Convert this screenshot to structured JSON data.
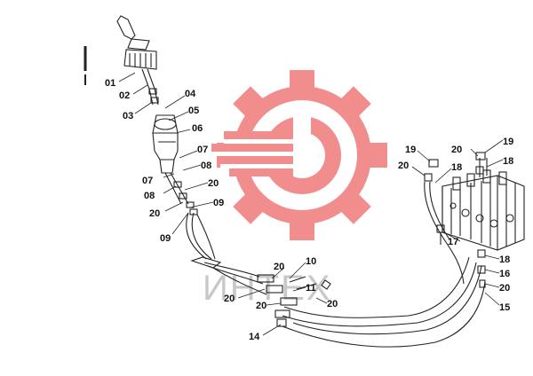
{
  "watermark": {
    "text": "ИНТЕХ",
    "gear_color": "#f07a7a"
  },
  "callouts": [
    {
      "id": "c01",
      "label": "01"
    },
    {
      "id": "c02",
      "label": "02"
    },
    {
      "id": "c03",
      "label": "03"
    },
    {
      "id": "c04",
      "label": "04"
    },
    {
      "id": "c05",
      "label": "05"
    },
    {
      "id": "c06",
      "label": "06"
    },
    {
      "id": "c07a",
      "label": "07"
    },
    {
      "id": "c07b",
      "label": "07"
    },
    {
      "id": "c08a",
      "label": "08"
    },
    {
      "id": "c08b",
      "label": "08"
    },
    {
      "id": "c20a",
      "label": "20"
    },
    {
      "id": "c20b",
      "label": "20"
    },
    {
      "id": "c09a",
      "label": "09"
    },
    {
      "id": "c09b",
      "label": "09"
    },
    {
      "id": "c19a",
      "label": "19"
    },
    {
      "id": "c20c",
      "label": "20"
    },
    {
      "id": "c18a",
      "label": "18"
    },
    {
      "id": "c20d",
      "label": "20"
    },
    {
      "id": "c19b",
      "label": "19"
    },
    {
      "id": "c18b",
      "label": "18"
    },
    {
      "id": "c17",
      "label": "17"
    },
    {
      "id": "c18c",
      "label": "18"
    },
    {
      "id": "c16",
      "label": "16"
    },
    {
      "id": "c20e",
      "label": "20"
    },
    {
      "id": "c15",
      "label": "15"
    },
    {
      "id": "c10",
      "label": "10"
    },
    {
      "id": "c20f",
      "label": "20"
    },
    {
      "id": "c11",
      "label": "11"
    },
    {
      "id": "c20g",
      "label": "20"
    },
    {
      "id": "c20h",
      "label": "20"
    },
    {
      "id": "c20i",
      "label": "20"
    },
    {
      "id": "c14",
      "label": "14"
    }
  ]
}
